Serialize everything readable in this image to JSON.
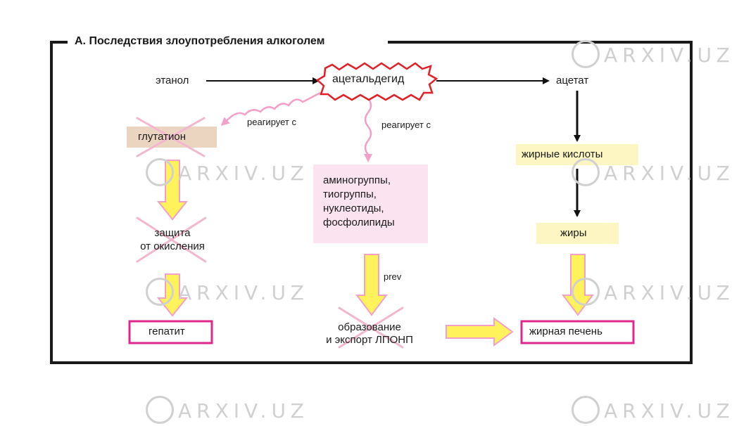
{
  "panel": {
    "title": "А. Последствия злоупотребления алкоголем"
  },
  "nodes": {
    "ethanol": "этанол",
    "acetaldehyde": "ацетальдегид",
    "acetate": "ацетат",
    "glutathione": "глутатион",
    "groups": [
      "аминогруппы,",
      "тиогруппы,",
      "нуклеотиды,",
      "фосфолипиды"
    ],
    "fatty_acids": "жирные кислоты",
    "fats": "жиры",
    "protection": [
      "защита",
      "от окисления"
    ],
    "hepatitis": "гепатит",
    "vldl": [
      "образование",
      "и экспорт ЛПОНП"
    ],
    "fatty_liver": "жирная печень"
  },
  "edge_labels": {
    "reacts_with_left": "реагирует с",
    "reacts_with_center": "реагирует с",
    "prev": "prev"
  },
  "watermark": {
    "text": "ARXIV.UZ"
  },
  "colors": {
    "glutathione_fill": "#ecd5c0",
    "groups_fill": "#fbe4ef",
    "yellow_fill": "#fdf6c3",
    "magenta": "#e0288c",
    "arrow_yellow": "#fff25a",
    "arrow_pink": "#f3a0c8",
    "cross_pink": "#f3b6cf",
    "star_red": "#e21f26"
  }
}
